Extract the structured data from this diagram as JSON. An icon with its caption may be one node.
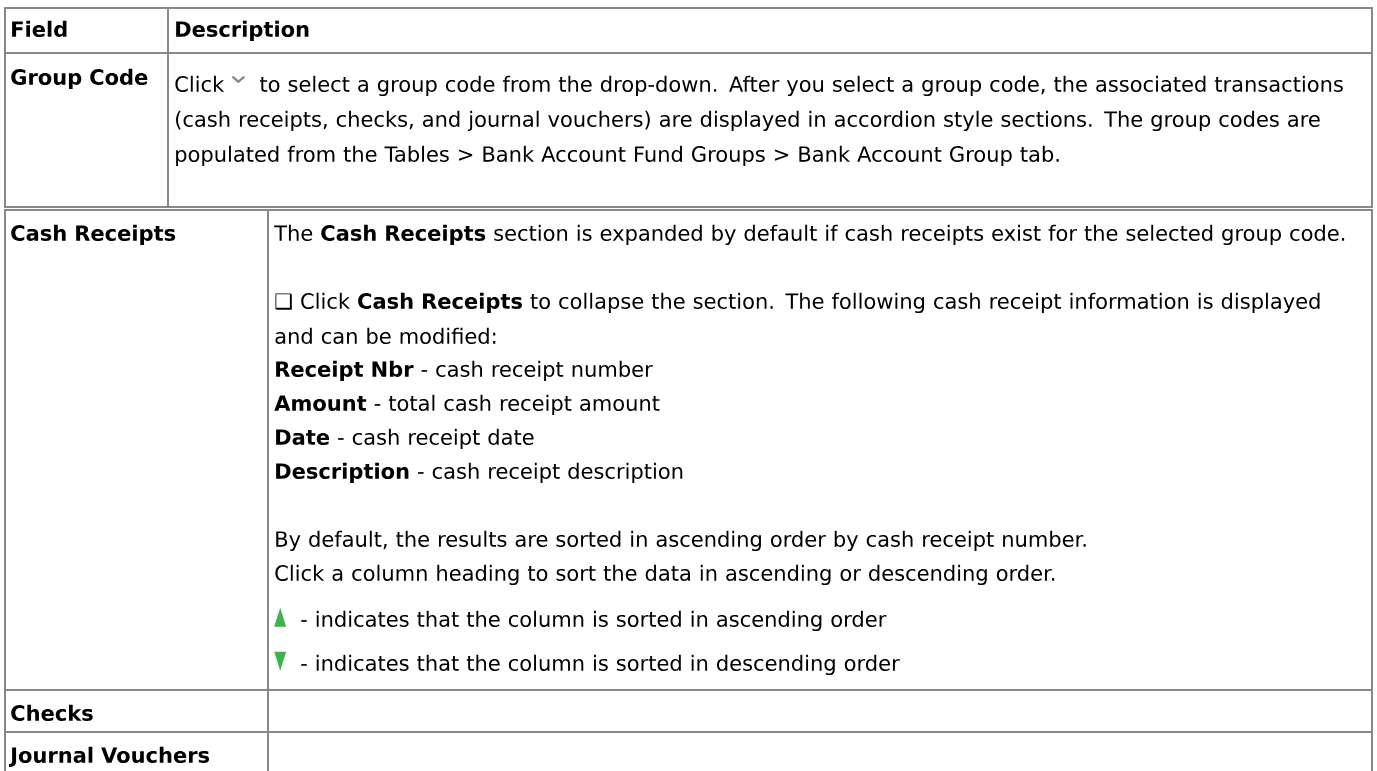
{
  "diagram": {
    "labels": [
      "Field",
      "Description",
      "Group Code",
      "Click",
      "to select a group code from the drop-down. After you select a group code, the associated transactions (cash receipts, checks, and journal vouchers) are displayed in accordion style sections. The group codes are populated from the Tables > Bank Account Fund Groups > Bank Account Group tab.",
      "Cash Receipts",
      "The **Cash Receipts** section is expanded by default if cash receipts exist for the selected group code.",
      "❑ Click **Cash Receipts** to collapse the section. The following cash receipt information is displayed and can be modified:",
      "**Receipt Nbr** - cash receipt number",
      "**Amount** - total cash receipt amount",
      "**Date** - cash receipt date",
      "**Description** - cash receipt description",
      "By default, the results are sorted in ascending order by cash receipt number.",
      "Click a column heading to sort the data in ascending or descending order.",
      "- indicates that the column is sorted in ascending order",
      "- indicates that the column is sorted in descending order",
      "Checks",
      "Journal Vouchers"
    ]
  }
}
